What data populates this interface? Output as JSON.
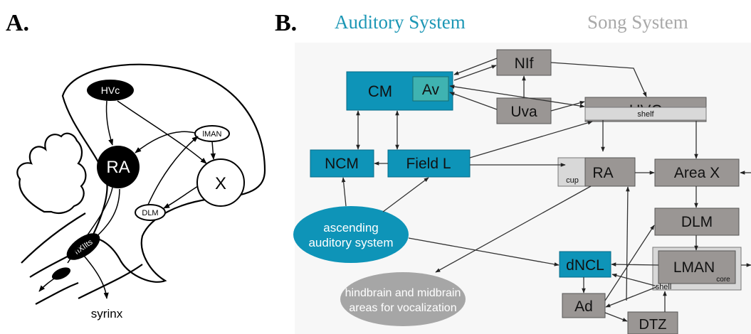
{
  "panels": {
    "a": "A.",
    "b": "B."
  },
  "legend": {
    "auditory": "Auditory System",
    "song": "Song System"
  },
  "colors": {
    "auditory_fill": "#0e94b8",
    "auditory_inner": "#3fb3b1",
    "song_fill": "#9a9694",
    "song_light": "#d8d8d8",
    "vocal_ellipse": "#a6a6a6",
    "legend_auditory": "#1c97b5",
    "legend_song": "#a9a9a9"
  },
  "panel_a": {
    "hvc": "HVc",
    "ra": "RA",
    "lman": "lMAN",
    "x": "X",
    "dlm": "DLM",
    "nxiits": "nXIIts",
    "syrinx": "syrinx"
  },
  "panel_b": {
    "nlf": "NIf",
    "cm": "CM",
    "av": "Av",
    "uva": "Uva",
    "hvc": "HVC",
    "hvc_shelf": "shelf",
    "ncm": "NCM",
    "field_l": "Field L",
    "ra": "RA",
    "ra_cup": "cup",
    "area_x": "Area X",
    "dlm": "DLM",
    "lman": "LMAN",
    "lman_core": "core",
    "lman_shell": "shell",
    "dncl": "dNCL",
    "ad": "Ad",
    "dtz": "DTZ",
    "ascending_1": "ascending",
    "ascending_2": "auditory system",
    "vocal_1": "hindbrain and midbrain",
    "vocal_2": "areas for vocalization"
  }
}
